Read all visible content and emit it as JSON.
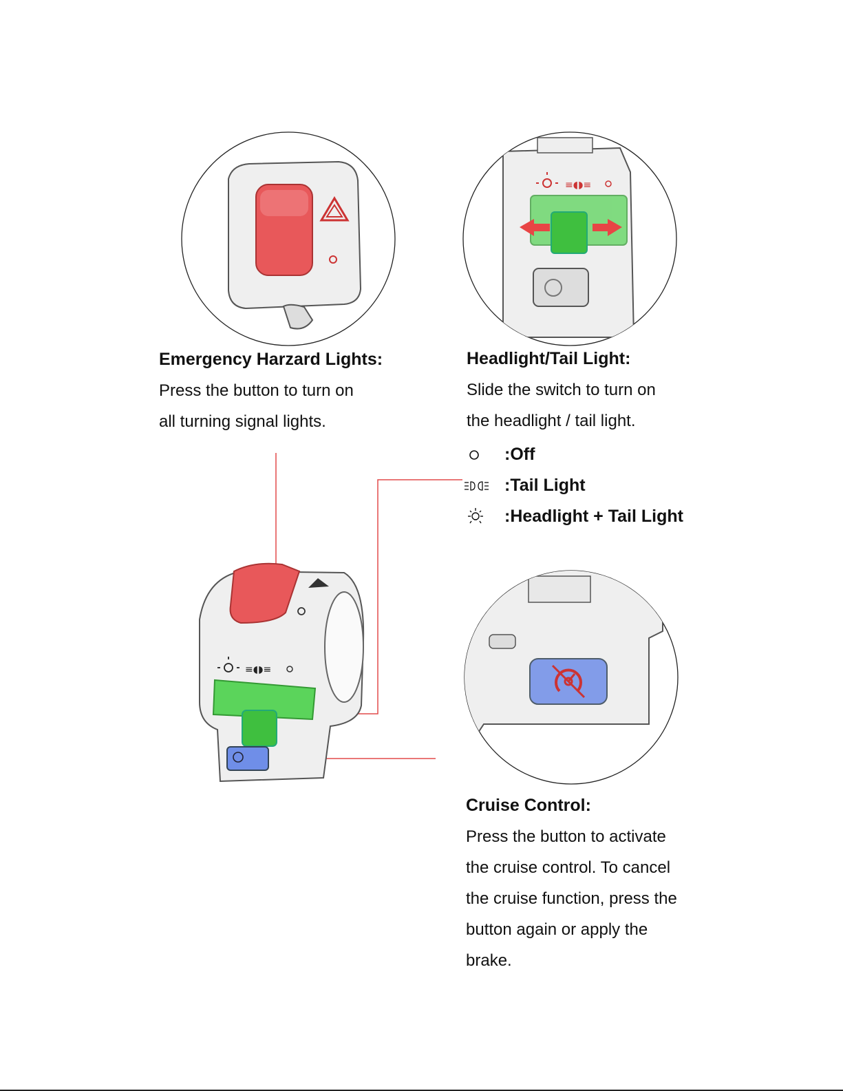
{
  "colors": {
    "red_highlight": "#e8585a",
    "green_highlight": "#5bd45b",
    "blue_highlight": "#6f8ee8",
    "leader_line": "#e24a4a",
    "text": "#111111"
  },
  "hazard": {
    "title": "Emergency Harzard Lights:",
    "lines": [
      "Press the button to turn on",
      "all turning signal lights."
    ],
    "icons": [
      "hazard-triangle-icon",
      "off-indicator-icon"
    ]
  },
  "headlight": {
    "title": "Headlight/Tail Light:",
    "lines": [
      "Slide the switch to turn on",
      "the headlight / tail light."
    ],
    "legend": [
      {
        "icon": "off-circle-icon",
        "label": ":Off"
      },
      {
        "icon": "tail-light-icon",
        "label": ":Tail Light"
      },
      {
        "icon": "headlight-icon",
        "label": ":Headlight + Tail Light"
      }
    ]
  },
  "cruise": {
    "title": "Cruise Control:",
    "lines": [
      "Press the button to activate",
      "the cruise control. To cancel",
      "the cruise function, press the",
      "button again or apply the",
      "brake."
    ],
    "icons": [
      "cruise-control-icon"
    ]
  }
}
